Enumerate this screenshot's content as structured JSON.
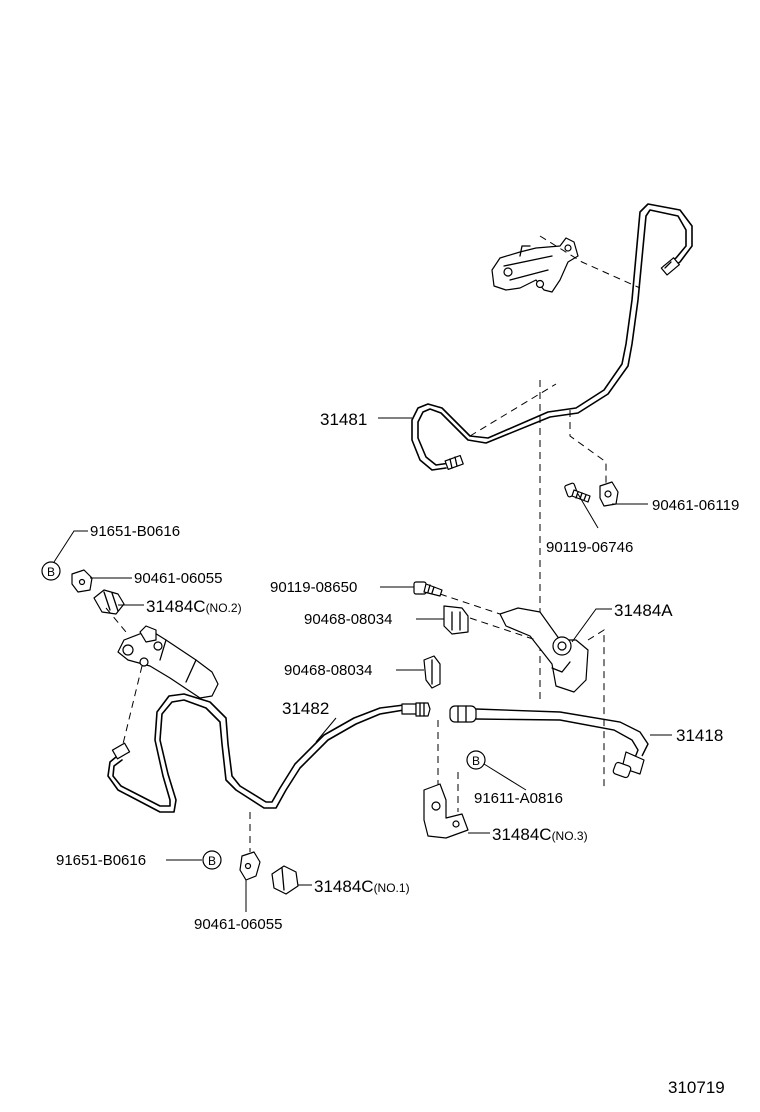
{
  "labels": {
    "p31481": "31481",
    "p90461_06119": "90461-06119",
    "p90119_06746": "90119-06746",
    "p91651_B0616_top": "91651-B0616",
    "p90461_06055_top": "90461-06055",
    "p31484C_no2_main": "31484C",
    "p31484C_no2_sub": "(NO.2)",
    "p90119_08650": "90119-08650",
    "p90468_08034_a": "90468-08034",
    "p31484A": "31484A",
    "p90468_08034_b": "90468-08034",
    "p31482": "31482",
    "p31418": "31418",
    "p91611_A0816": "91611-A0816",
    "p31484C_no3_main": "31484C",
    "p31484C_no3_sub": "(NO.3)",
    "p91651_B0616_bottom": "91651-B0616",
    "p31484C_no1_main": "31484C",
    "p31484C_no1_sub": "(NO.1)",
    "p90461_06055_bottom": "90461-06055",
    "b_marker": "B",
    "figure_number": "310719"
  }
}
